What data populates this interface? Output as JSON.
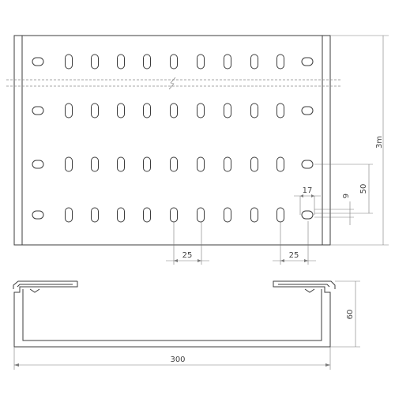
{
  "drawing": {
    "dimensions": {
      "length": "3m",
      "pitch_left": "25",
      "pitch_right": "25",
      "slot_length": "17",
      "slot_width": "9",
      "row_spacing": "50",
      "height": "60",
      "width": "300"
    },
    "colors": {
      "line": "#3c3c3c",
      "dimension": "#7a7a7a",
      "background": "#ffffff"
    }
  }
}
